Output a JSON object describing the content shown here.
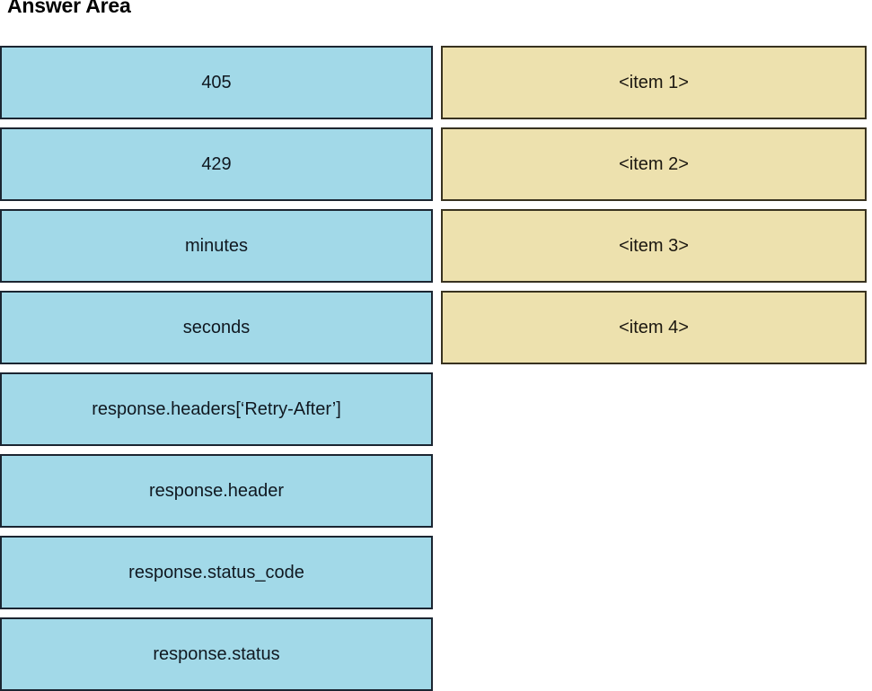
{
  "page": {
    "title": "Answer Area",
    "background_color": "#ffffff"
  },
  "colors": {
    "source_fill": "#a2d9e8",
    "source_border": "#1b2531",
    "target_fill": "#ede1ae",
    "target_border": "#38321f",
    "text": "#101820"
  },
  "source_column": {
    "name": "draggable-options",
    "items": [
      {
        "label": "405"
      },
      {
        "label": "429"
      },
      {
        "label": "minutes"
      },
      {
        "label": "seconds"
      },
      {
        "label": "response.headers[‘Retry-After’]"
      },
      {
        "label": "response.header"
      },
      {
        "label": "response.status_code"
      },
      {
        "label": "response.status"
      }
    ]
  },
  "target_column": {
    "name": "drop-targets",
    "items": [
      {
        "label": "<item 1>"
      },
      {
        "label": "<item 2>"
      },
      {
        "label": "<item 3>"
      },
      {
        "label": "<item 4>"
      }
    ]
  }
}
